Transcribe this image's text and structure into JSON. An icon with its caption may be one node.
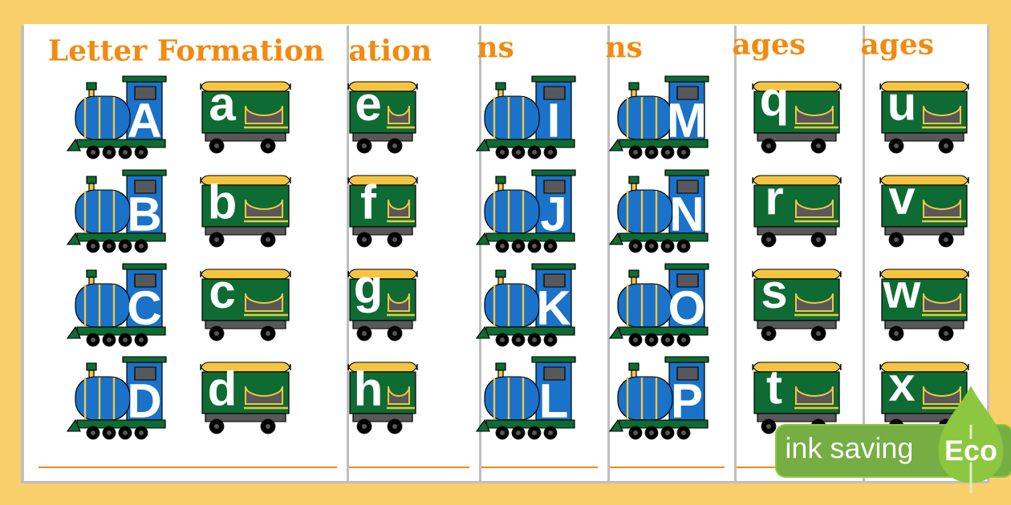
{
  "diagram": {
    "nodes": [
      {
        "text": [
          "A"
        ]
      },
      {
        "text": [
          "a"
        ]
      },
      {
        "text": [
          "B"
        ]
      },
      {
        "text": [
          "b"
        ]
      },
      {
        "text": [
          "C"
        ]
      },
      {
        "text": [
          "c"
        ]
      },
      {
        "text": [
          "D"
        ]
      },
      {
        "text": [
          "d"
        ]
      },
      {
        "text": [
          "e"
        ]
      },
      {
        "text": [
          "f"
        ]
      },
      {
        "text": [
          "g"
        ]
      },
      {
        "text": [
          "h"
        ]
      },
      {
        "text": [
          "I"
        ]
      },
      {
        "text": [
          "J"
        ]
      },
      {
        "text": [
          "K"
        ]
      },
      {
        "text": [
          "L"
        ]
      },
      {
        "text": [
          "M"
        ]
      },
      {
        "text": [
          "N"
        ]
      },
      {
        "text": [
          "O"
        ]
      },
      {
        "text": [
          "P"
        ]
      },
      {
        "text": [
          "q"
        ]
      },
      {
        "text": [
          "r"
        ]
      },
      {
        "text": [
          "s"
        ]
      },
      {
        "text": [
          "t"
        ]
      },
      {
        "text": [
          "u"
        ]
      },
      {
        "text": [
          "v"
        ]
      },
      {
        "text": [
          "w"
        ]
      },
      {
        "text": [
          "x"
        ]
      }
    ],
    "labels": [
      "Letter Formation",
      "ation",
      "ns",
      "ns",
      "ages",
      "ages",
      "ink saving",
      "Eco"
    ]
  }
}
